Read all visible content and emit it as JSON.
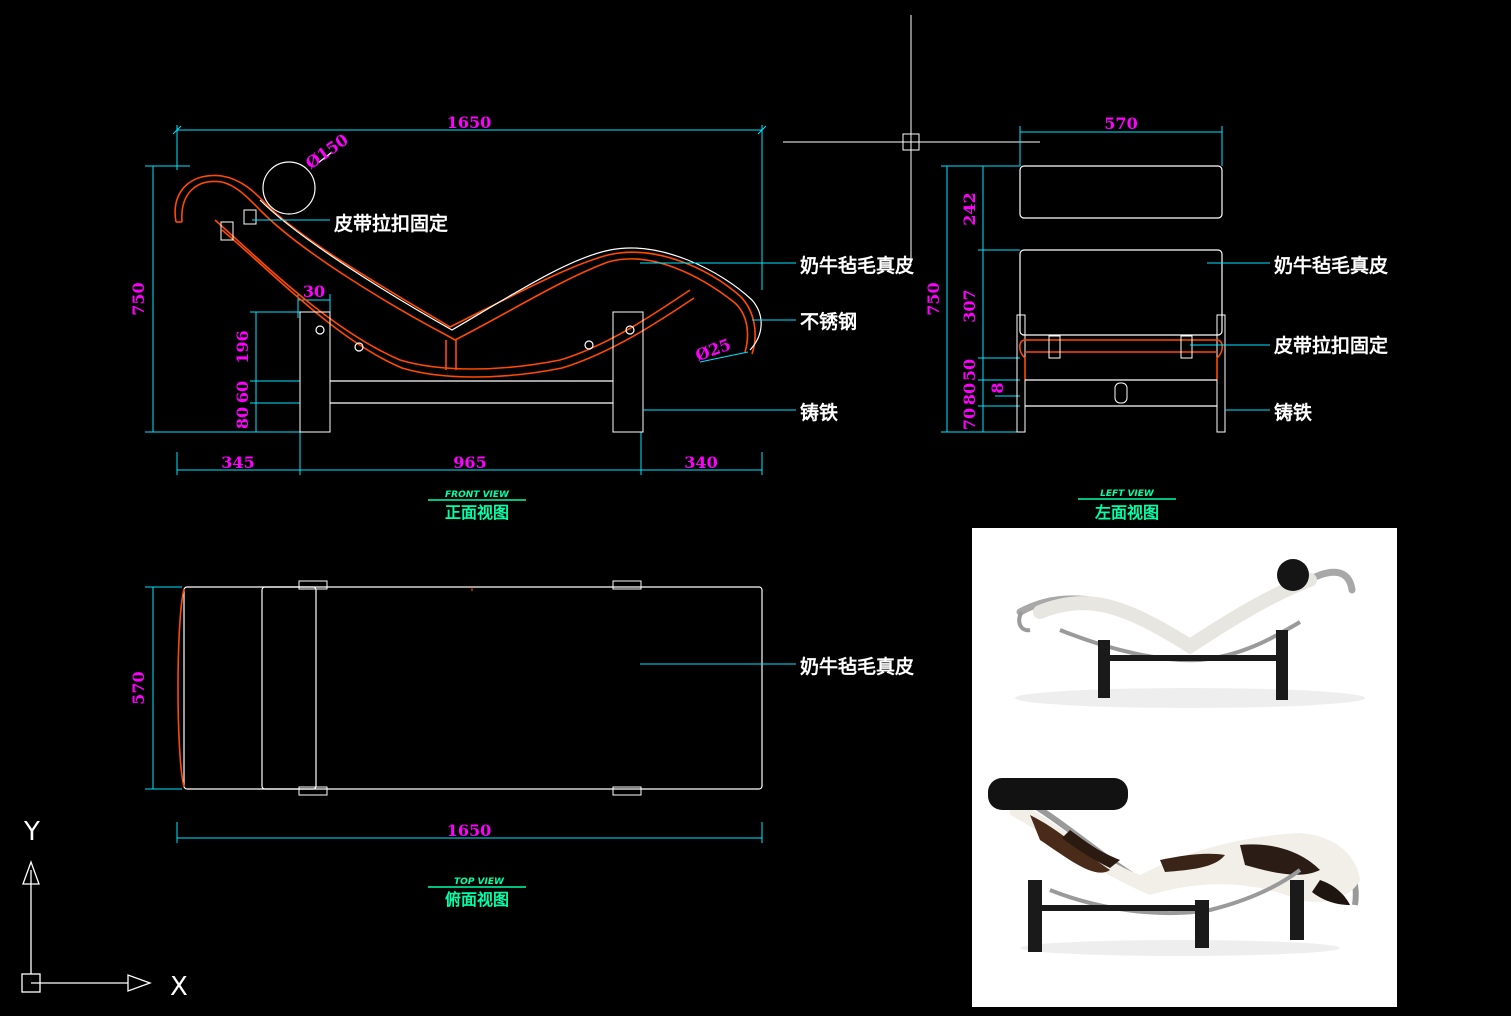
{
  "views": {
    "front": {
      "title_en": "FRONT VIEW",
      "title_cn": "正面视图"
    },
    "left": {
      "title_en": "LEFT VIEW",
      "title_cn": "左面视图"
    },
    "top": {
      "title_en": "TOP VIEW",
      "title_cn": "俯面视图"
    }
  },
  "dimensions": {
    "front": {
      "overall_length": "1650",
      "height": "750",
      "dia_headrest": "Ø150",
      "d30": "30",
      "d196": "196",
      "d60": "60",
      "d80": "80",
      "dia_tube": "Ø25",
      "d345": "345",
      "d965": "965",
      "d340": "340"
    },
    "left": {
      "width": "570",
      "height": "750",
      "d242": "242",
      "d307": "307",
      "d50": "50",
      "d80": "80",
      "d70": "70",
      "d8": "8"
    },
    "top": {
      "width": "570",
      "length": "1650"
    }
  },
  "annotations": {
    "belt_front": "皮带拉扣固定",
    "cowhide_front": "奶牛毡毛真皮",
    "steel": "不锈钢",
    "cast_iron_front": "铸铁",
    "cowhide_left": "奶牛毡毛真皮",
    "belt_left": "皮带拉扣固定",
    "cast_iron_left": "铸铁",
    "cowhide_top": "奶牛毡毛真皮"
  },
  "ucs": {
    "y_label": "Y",
    "x_label": "X"
  },
  "colors": {
    "background": "#000000",
    "dimension_line": "#00e5ff",
    "dimension_text": "#ff00ff",
    "outline": "#ffffff",
    "frame": "#ff4a00",
    "view_title": "#00ffaa"
  },
  "photos": [
    {
      "name": "white-leather-chaise",
      "content": "photo"
    },
    {
      "name": "cowhide-chaise",
      "content": "photo"
    }
  ]
}
